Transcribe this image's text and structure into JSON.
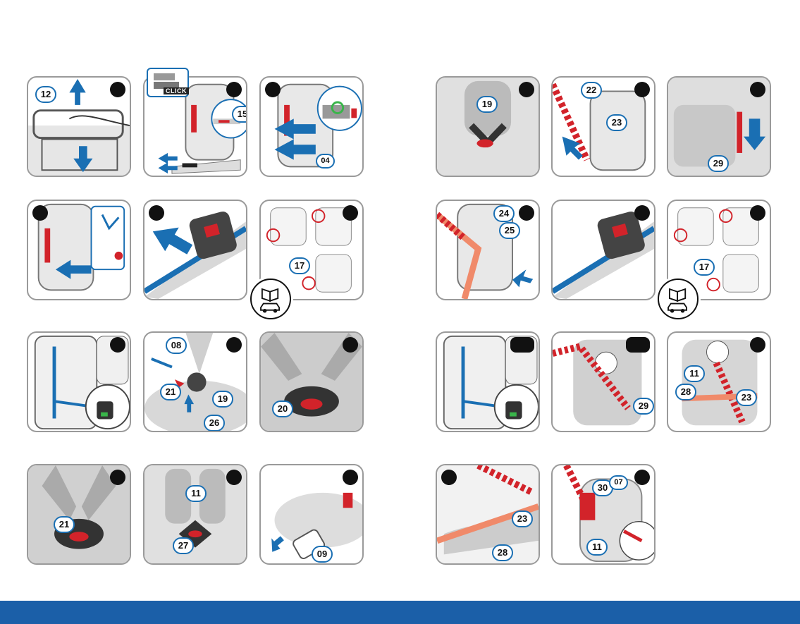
{
  "callouts": {
    "c12": "12",
    "c15": "15",
    "c04": "04",
    "c19": "19",
    "c22": "22",
    "c23": "23",
    "c29": "29",
    "c24": "24",
    "c25": "25",
    "c17a": "17",
    "c17b": "17",
    "c08": "08",
    "c21a": "21",
    "c26": "26",
    "c19b": "19",
    "c20": "20",
    "c11a": "11",
    "c28a": "28",
    "c23b": "23",
    "c29b": "29",
    "c21b": "21",
    "c11b": "11",
    "c27": "27",
    "c09": "09",
    "c23c": "23",
    "c28b": "28",
    "c30": "30",
    "c07": "07",
    "c11c": "11"
  },
  "click_label": "CLICK",
  "colors": {
    "accent_blue": "#1a6fb3",
    "strap_red": "#d2232a",
    "belt_salmon": "#f08a6a",
    "footer": "#1b5fa8"
  },
  "icons": [
    "arrow-icon",
    "manual-book-icon",
    "car-icon",
    "buckle-icon",
    "click-indicator-icon"
  ]
}
